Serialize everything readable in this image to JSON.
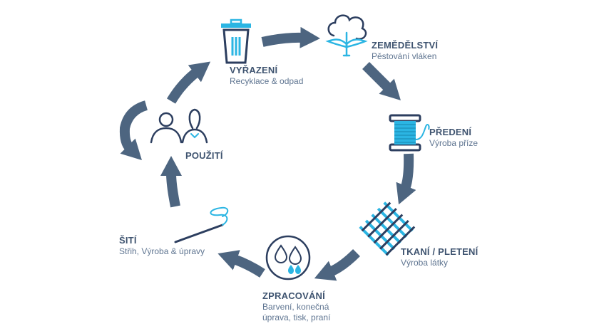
{
  "stages": {
    "disposal": {
      "title": "VYŘAZENÍ",
      "subtitle": "Recyklace & odpad",
      "icon": "trash-can-icon"
    },
    "farming": {
      "title": "ZEMĚDĚLSTVÍ",
      "subtitle": "Pěstování vláken",
      "icon": "cotton-plant-icon"
    },
    "spinning": {
      "title": "PŘEDENÍ",
      "subtitle": "Výroba příze",
      "icon": "yarn-spool-icon"
    },
    "weaving": {
      "title": "TKANÍ / PLETENÍ",
      "subtitle": "Výroba látky",
      "icon": "woven-fabric-icon"
    },
    "processing": {
      "title": "ZPRACOVÁNÍ",
      "subtitle_line1": "Barvení, konečná",
      "subtitle_line2": "úprava, tisk, praní",
      "icon": "water-drops-icon"
    },
    "sewing": {
      "title": "ŠITÍ",
      "subtitle": "Střih, Výroba & úpravy",
      "icon": "needle-thread-icon"
    },
    "use": {
      "title": "POUŽITÍ",
      "icon": "people-icon"
    }
  },
  "colors": {
    "arrow": "#4d6580",
    "navy": "#2c3e5f",
    "accent": "#2bb5e3",
    "text": "#3f5470",
    "subtext": "#5f7591"
  }
}
